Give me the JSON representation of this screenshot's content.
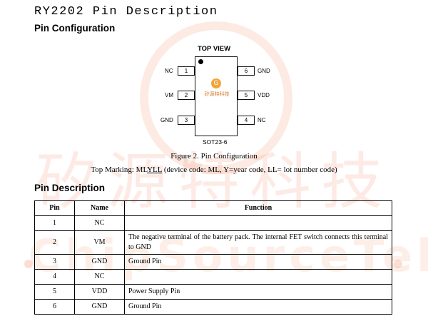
{
  "doc_title": "RY2202 Pin Description",
  "pin_config_heading": "Pin Configuration",
  "diagram": {
    "top_view": "TOP VIEW",
    "package": "SOT23-6",
    "logo_glyph": "G",
    "logo_text": "矽源特科技",
    "left_pins": [
      {
        "num": "1",
        "name": "NC"
      },
      {
        "num": "2",
        "name": "VM"
      },
      {
        "num": "3",
        "name": "GND"
      }
    ],
    "right_pins": [
      {
        "num": "6",
        "name": "GND"
      },
      {
        "num": "5",
        "name": "VDD"
      },
      {
        "num": "4",
        "name": "NC"
      }
    ]
  },
  "figure_caption": "Figure 2. Pin Configuration",
  "top_marking": {
    "prefix": "Top Marking: ML",
    "code": "YLL",
    "suffix": " (device code: ML, Y=year code, LL= lot number code)"
  },
  "pin_desc_heading": "Pin Description",
  "table": {
    "headers": [
      "Pin",
      "Name",
      "Function"
    ],
    "rows": [
      {
        "pin": "1",
        "name": "NC",
        "function": ""
      },
      {
        "pin": "2",
        "name": "VM",
        "function": "The negative terminal of the battery pack. The internal FET switch connects this terminal to GND"
      },
      {
        "pin": "3",
        "name": "GND",
        "function": "Ground Pin"
      },
      {
        "pin": "4",
        "name": "NC",
        "function": ""
      },
      {
        "pin": "5",
        "name": "VDD",
        "function": "Power Supply Pin"
      },
      {
        "pin": "6",
        "name": "GND",
        "function": "Ground Pin"
      }
    ]
  },
  "watermark": {
    "cn": "矽源特科技",
    "en": "ChipSourceTek"
  }
}
